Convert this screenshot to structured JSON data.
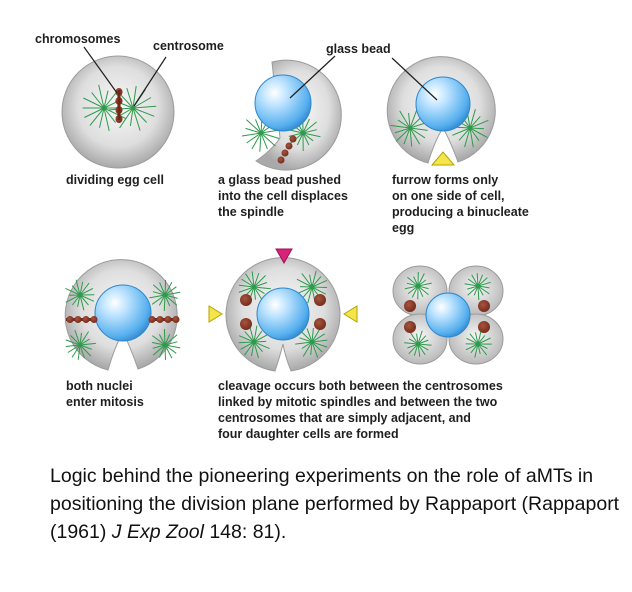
{
  "labels": {
    "chromosomes": "chromosomes",
    "centrosome": "centrosome",
    "glass_bead": "glass bead"
  },
  "panels": [
    {
      "id": "dividing",
      "caption_lines": [
        "dividing egg cell"
      ]
    },
    {
      "id": "bead-pushed",
      "caption_lines": [
        "a glass bead pushed",
        "into the cell displaces",
        "the spindle"
      ]
    },
    {
      "id": "one-side-furrow",
      "caption_lines": [
        "furrow forms only",
        "on one side of cell,",
        "producing a binucleate",
        "egg"
      ]
    },
    {
      "id": "both-nuclei",
      "caption_lines": [
        "both nuclei",
        "enter mitosis"
      ]
    },
    {
      "id": "cleavage",
      "caption_lines": [
        "cleavage occurs both between the centrosomes",
        "linked by mitotic spindles and between the two",
        "centrosomes that are simply adjacent, and",
        "four daughter cells are formed"
      ]
    }
  ],
  "caption": {
    "part1": "Logic behind the pioneering experiments on the role of aMTs in positioning the division plane performed by Rappaport (Rappaport (1961) ",
    "journal": "J Exp Zool",
    "part2": " 148: 81)."
  },
  "colors": {
    "cell": "#bcbcbc",
    "bead": "#4aa8ea",
    "microtubule": "#2e9a4c",
    "chromosome": "#7a2e1c",
    "arrow_yellow": "#f4e64a",
    "arrow_magenta": "#d8237a"
  }
}
